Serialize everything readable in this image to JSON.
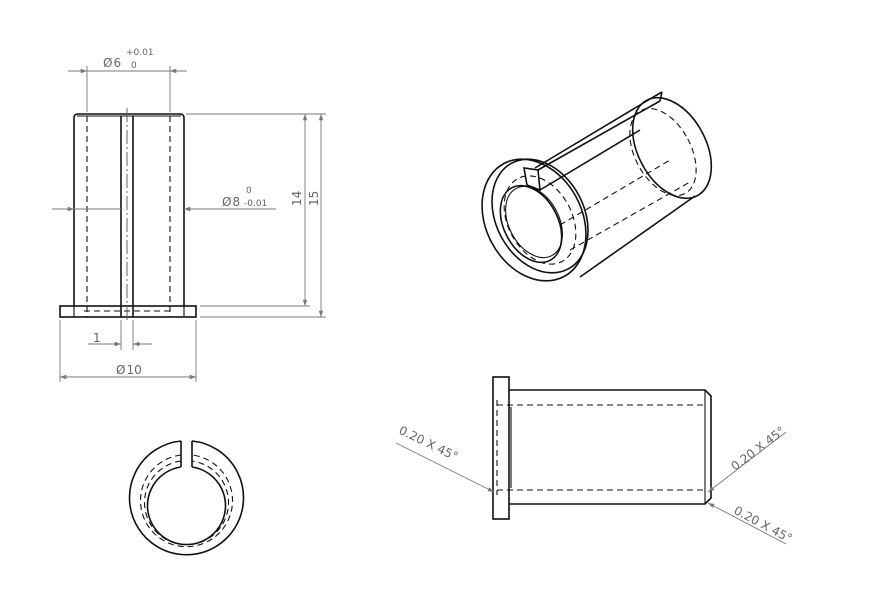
{
  "drawing": {
    "front_view": {
      "bore_dim": {
        "symbol": "Ø",
        "value": "6",
        "tol_upper": "+0.01",
        "tol_lower": "0"
      },
      "outer_dim": {
        "symbol": "Ø",
        "value": "8",
        "tol_upper": "0",
        "tol_lower": "-0.01"
      },
      "flange_dim": {
        "symbol": "Ø",
        "value": "10"
      },
      "slot_dim": "1",
      "height_body": "14",
      "height_total": "15"
    },
    "side_view": {
      "chamfer_left": "0.20 X 45°",
      "chamfer_right_top": "0.20 X 45°",
      "chamfer_right_bottom": "0.20 X 45°"
    }
  }
}
